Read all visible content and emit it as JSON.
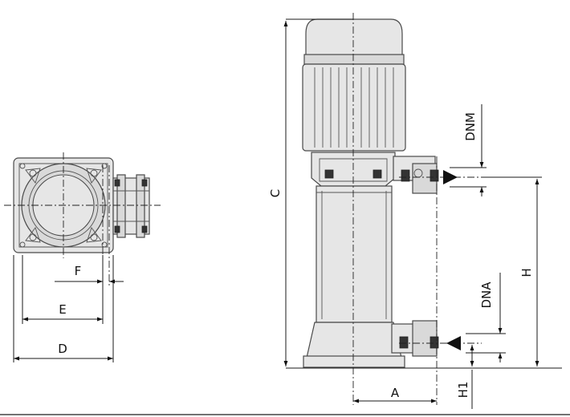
{
  "labels": {
    "A": "A",
    "C": "C",
    "D": "D",
    "E": "E",
    "F": "F",
    "H": "H",
    "H1": "H1",
    "DNM": "DNM",
    "DNA": "DNA"
  }
}
